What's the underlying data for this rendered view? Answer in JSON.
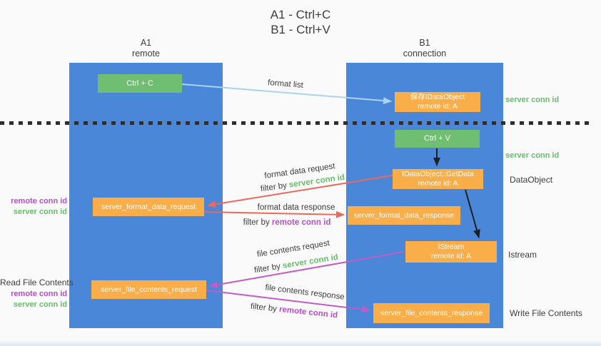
{
  "title": {
    "line1": "A1 - Ctrl+C",
    "line2": "B1 - Ctrl+V"
  },
  "columns": {
    "left": {
      "name": "A1",
      "subtitle": "remote"
    },
    "right": {
      "name": "B1",
      "subtitle": "connection"
    }
  },
  "nodes": {
    "ctrl_c": "Ctrl + C",
    "ctrl_v": "Ctrl + V",
    "save_idataobject": {
      "title": "保存IDataObject",
      "subtitle": "remote id: A"
    },
    "getdata": {
      "title": "IDataObject::GetData",
      "subtitle": "remote id: A"
    },
    "istream": {
      "title": "IStream",
      "subtitle": "remote id: A"
    },
    "server_format_data_request": "server_format_data_request",
    "server_format_data_response": "server_format_data_response",
    "server_file_contents_request": "server_file_contents_request",
    "server_file_contents_response": "server_file_contents_response"
  },
  "arrow_labels": {
    "format_list": "format list",
    "format_data_request": "format data request",
    "format_data_response": "format data response",
    "file_contents_request": "file contents request",
    "file_contents_response": "file contents response",
    "filter_by": "filter by",
    "server_conn_id": "server conn id",
    "remote_conn_id": "remote conn id"
  },
  "side_labels": {
    "server_conn_id_top": "server conn id",
    "server_conn_id_mid": "server conn id",
    "data_object": "DataObject",
    "istream": "Istream",
    "write_file_contents": "Write File Contents",
    "read_file_contents": "Read File Contents",
    "remote_conn_id": "remote conn id",
    "server_conn_id": "server conn id"
  },
  "colors": {
    "lane_blue": "#4a87d8",
    "node_green": "#6fbe72",
    "node_orange": "#f9ae49",
    "arrow_red": "#ec685c",
    "arrow_magenta": "#c15bc5",
    "arrow_lightblue": "#a9d3ee",
    "arrow_black": "#1f1f1f",
    "text_green": "#67bd6a",
    "text_purple": "#b44fc4",
    "text_dark": "#3d3d3d"
  }
}
